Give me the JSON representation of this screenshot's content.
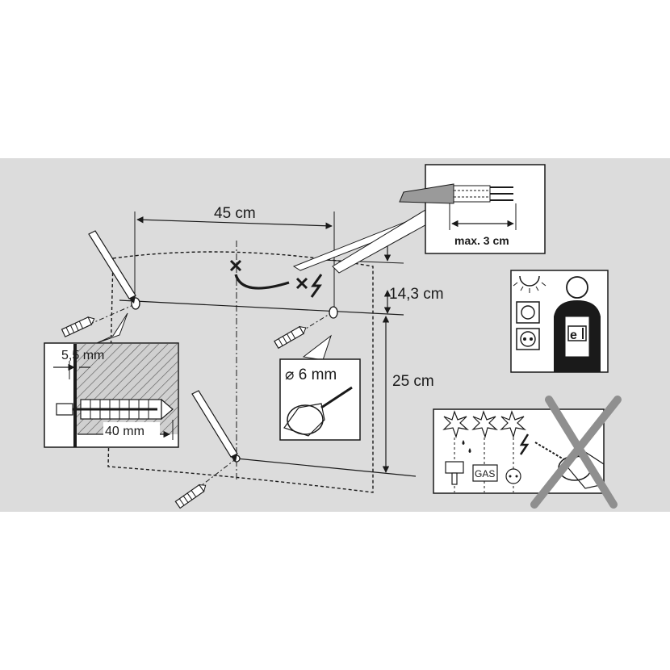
{
  "labels": {
    "hole_spacing": "45 cm",
    "top_offset": "14,3 cm",
    "vertical_spacing": "25 cm",
    "cable_strip": "max. 3 cm",
    "drill_diameter": "⌀ 6 mm",
    "plug_depth": "5,5 mm",
    "plug_length": "40 mm",
    "gas": "GAS"
  },
  "icons": {
    "pencil": "pencil-icon",
    "wall_plug": "wall-plug-icon",
    "drill": "drill-icon",
    "power_off": "power-off-icon",
    "electrician": "electrician-icon",
    "hazard": "hidden-lines-hazard-icon"
  },
  "colors": {
    "background_band": "#dcdcdc",
    "line": "#1a1a1a",
    "panel": "#ffffff",
    "hatch_fill": "#c8c8c8",
    "cross_out": "#8f8f8f"
  }
}
